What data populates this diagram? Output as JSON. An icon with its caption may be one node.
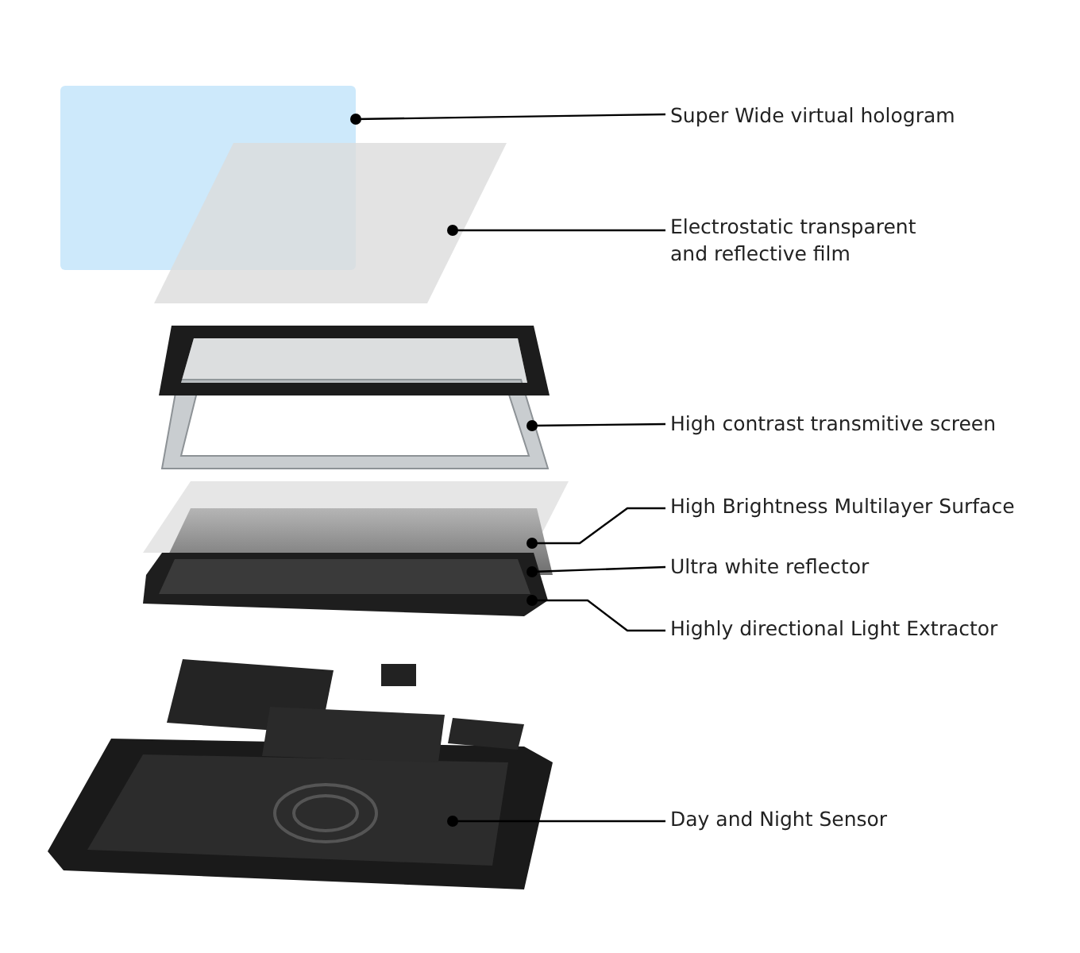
{
  "diagram": {
    "nodes": [
      {
        "text": [],
        "shape": "box"
      },
      {
        "text": [],
        "shape": "box"
      },
      {
        "text": [],
        "shape": "box"
      },
      {
        "text": [],
        "shape": "box"
      },
      {
        "text": [],
        "shape": "box"
      },
      {
        "text": [],
        "shape": "box"
      },
      {
        "text": [],
        "shape": "picture"
      },
      {
        "text": [
          "Super Wide virtual hologram"
        ]
      },
      {
        "text": [
          "Electrostatic transparent and reflective film"
        ]
      },
      {
        "text": [
          "High contrast transmitive screen"
        ]
      },
      {
        "text": [
          "High Brightness Multilayer Surface"
        ]
      },
      {
        "text": [
          "Ultra white reflector"
        ]
      },
      {
        "text": [
          "Highly directional Light Extractor"
        ]
      },
      {
        "text": [
          "Day and Night Sensor"
        ]
      }
    ],
    "edges": [
      {
        "from": 7,
        "to": 0,
        "arrow": "other"
      },
      {
        "from": 8,
        "to": 1,
        "arrow": "other"
      },
      {
        "from": 9,
        "to": 2,
        "arrow": "other"
      },
      {
        "from": 10,
        "to": 3,
        "arrow": "other"
      },
      {
        "from": 11,
        "to": 4,
        "arrow": "other"
      },
      {
        "from": 12,
        "to": 5,
        "arrow": "other"
      },
      {
        "from": 13,
        "to": 6,
        "arrow": "other"
      }
    ]
  }
}
